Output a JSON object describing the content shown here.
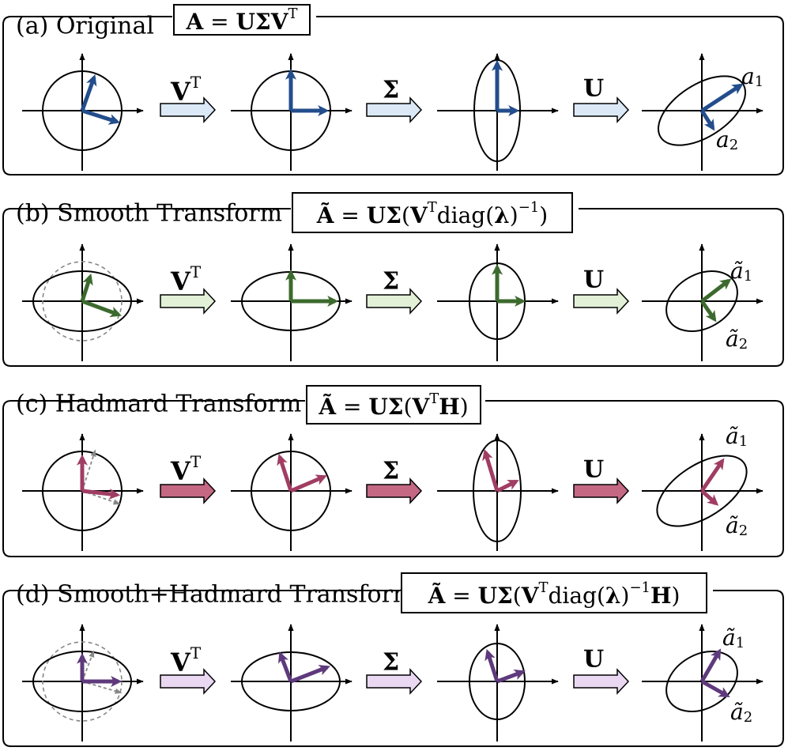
{
  "colors": {
    "a": {
      "vec": "#234d8c",
      "arrow": "#dbe8f6"
    },
    "b": {
      "vec": "#3c6a2e",
      "arrow": "#e2f0d8"
    },
    "c": {
      "vec": "#a03d63",
      "arrow": "#c46884"
    },
    "d": {
      "vec": "#5e3a7c",
      "arrow": "#ead8f2"
    },
    "guide": "#888888",
    "ink": "#000000"
  },
  "panels": [
    {
      "id": "a",
      "label": "(a) Original",
      "formula_parts": [
        {
          "t": "A",
          "b": true
        },
        {
          "t": " = ",
          "b": false
        },
        {
          "t": "UΣV",
          "b": true
        },
        {
          "t": "T",
          "sup": true
        }
      ],
      "ops": [
        "V",
        "Σ",
        "U"
      ],
      "op_sup": "T",
      "out_labels": {
        "a1": "a",
        "a1_sub": "1",
        "a2": "a",
        "a2_sub": "2"
      },
      "tilde": false
    },
    {
      "id": "b",
      "label": "(b) Smooth Transform",
      "formula_parts": [
        {
          "t": "A",
          "b": true,
          "tilde": true
        },
        {
          "t": " = ",
          "b": false
        },
        {
          "t": "UΣ",
          "b": true
        },
        {
          "t": "(",
          "b": false
        },
        {
          "t": "V",
          "b": true
        },
        {
          "t": "T",
          "sup": true
        },
        {
          "t": "diag(",
          "b": false
        },
        {
          "t": "λ",
          "b": true
        },
        {
          "t": ")",
          "b": false
        },
        {
          "t": "−1",
          "sup": true
        },
        {
          "t": ")",
          "b": false
        }
      ],
      "ops": [
        "V",
        "Σ",
        "U"
      ],
      "op_sup": "T",
      "out_labels": {
        "a1": "ã",
        "a1_sub": "1",
        "a2": "ã",
        "a2_sub": "2"
      },
      "tilde": true
    },
    {
      "id": "c",
      "label": "(c) Hadmard Transform",
      "formula_parts": [
        {
          "t": "A",
          "b": true,
          "tilde": true
        },
        {
          "t": " = ",
          "b": false
        },
        {
          "t": "UΣ",
          "b": true
        },
        {
          "t": "(",
          "b": false
        },
        {
          "t": "V",
          "b": true
        },
        {
          "t": "T",
          "sup": true
        },
        {
          "t": "H",
          "b": true
        },
        {
          "t": ")",
          "b": false
        }
      ],
      "ops": [
        "V",
        "Σ",
        "U"
      ],
      "op_sup": "T",
      "out_labels": {
        "a1": "ã",
        "a1_sub": "1",
        "a2": "ã",
        "a2_sub": "2"
      },
      "tilde": true
    },
    {
      "id": "d",
      "label": "(d) Smooth+Hadmard Transform",
      "formula_parts": [
        {
          "t": "A",
          "b": true,
          "tilde": true
        },
        {
          "t": " = ",
          "b": false
        },
        {
          "t": "UΣ",
          "b": true
        },
        {
          "t": "(",
          "b": false
        },
        {
          "t": "V",
          "b": true
        },
        {
          "t": "T",
          "sup": true
        },
        {
          "t": "diag(",
          "b": false
        },
        {
          "t": "λ",
          "b": true
        },
        {
          "t": ")",
          "b": false
        },
        {
          "t": "−1",
          "sup": true
        },
        {
          "t": "H",
          "b": true
        },
        {
          "t": ")",
          "b": false
        }
      ],
      "ops": [
        "V",
        "Σ",
        "U"
      ],
      "op_sup": "T",
      "out_labels": {
        "a1": "ã",
        "a1_sub": "1",
        "a2": "ã",
        "a2_sub": "2"
      },
      "tilde": true
    }
  ]
}
